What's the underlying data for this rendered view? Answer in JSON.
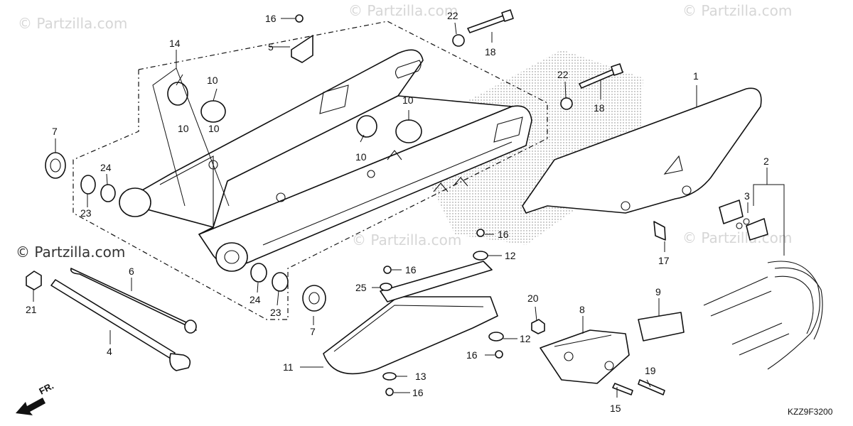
{
  "watermarks": {
    "top_left": "© Partzilla.com",
    "top_center": "© Partzilla.com",
    "top_right": "© Partzilla.com",
    "left_strong": "© Partzilla.com",
    "center": "© Partzilla.com",
    "right": "© Partzilla.com"
  },
  "diagram_code": "KZZ9F3200",
  "direction_label": "FR.",
  "callouts": {
    "c1": "1",
    "c2": "2",
    "c3": "3",
    "c4": "4",
    "c5": "5",
    "c6": "6",
    "c7a": "7",
    "c7b": "7",
    "c8": "8",
    "c9": "9",
    "c10a": "10",
    "c10b": "10",
    "c10c": "10",
    "c10d": "10",
    "c10e": "10",
    "c11": "11",
    "c12a": "12",
    "c12b": "12",
    "c13": "13",
    "c14": "14",
    "c15": "15",
    "c16a": "16",
    "c16b": "16",
    "c16c": "16",
    "c16d": "16",
    "c16e": "16",
    "c17": "17",
    "c18a": "18",
    "c18b": "18",
    "c19": "19",
    "c20": "20",
    "c21": "21",
    "c22a": "22",
    "c22b": "22",
    "c23a": "23",
    "c23b": "23",
    "c24a": "24",
    "c24b": "24",
    "c25": "25"
  },
  "colors": {
    "line": "#111111",
    "watermark": "#d6d6d6",
    "background": "#ffffff"
  }
}
